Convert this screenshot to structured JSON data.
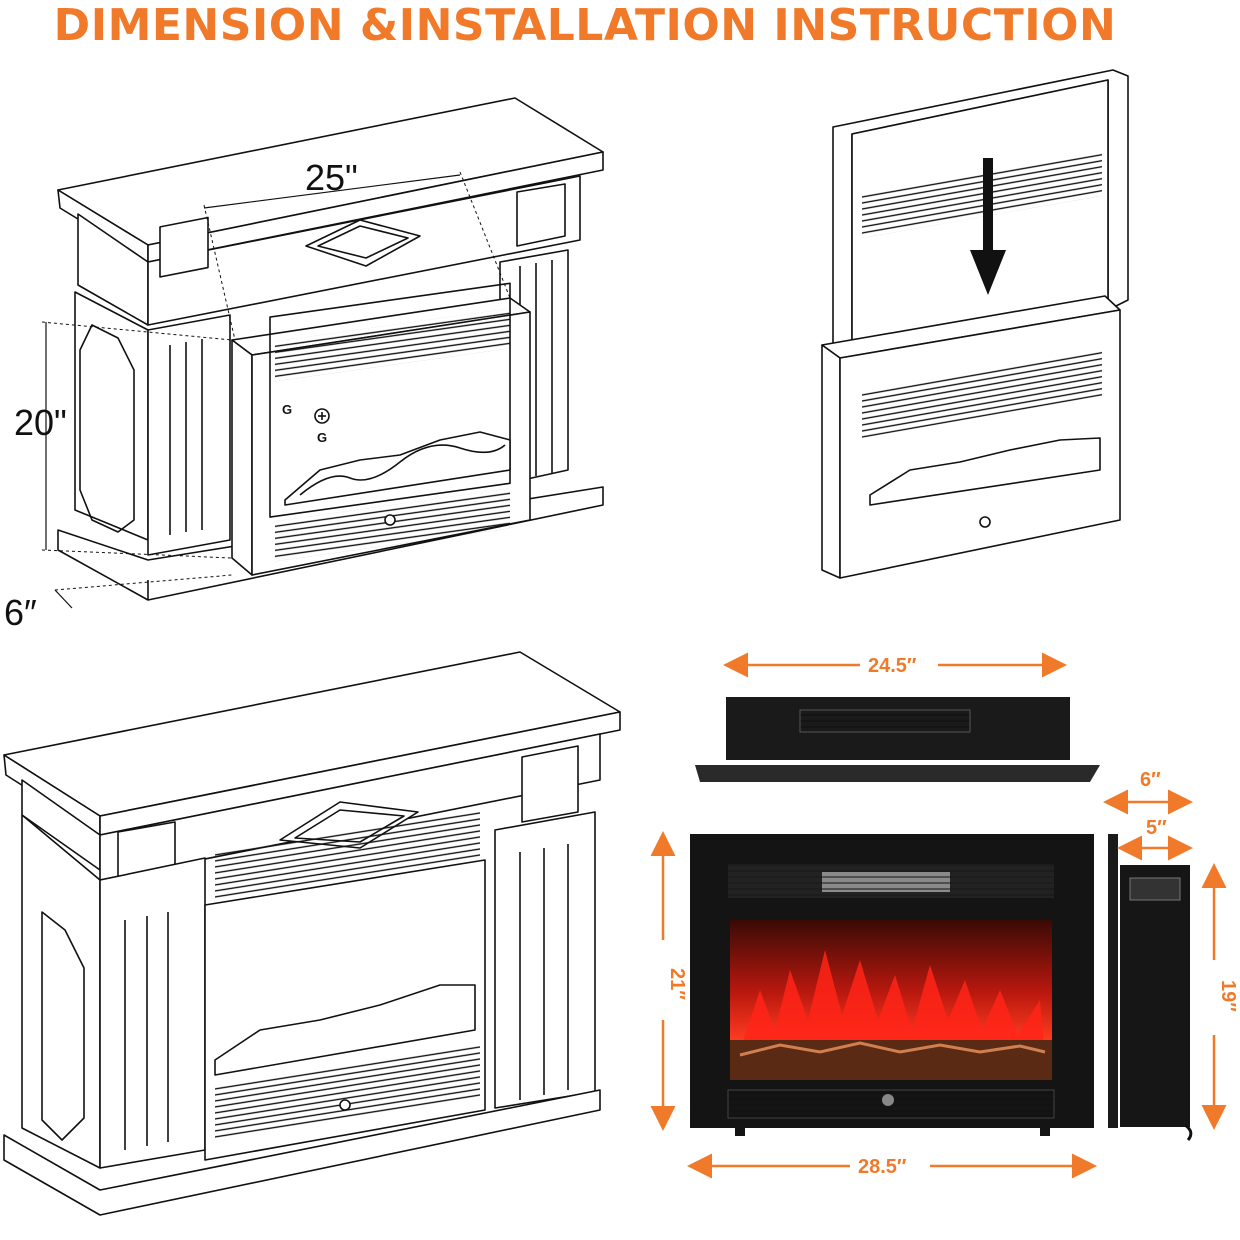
{
  "title": "DIMENSION &INSTALLATION INSTRUCTION",
  "panel_a": {
    "width_label": "25\"",
    "height_label": "20\"",
    "depth_label": "6″",
    "g_label_1": "G",
    "g_label_2": "G"
  },
  "panel_d": {
    "top_width": "24.5″",
    "side_depth_outer": "6″",
    "side_depth_inner": "5″",
    "front_height": "21″",
    "side_height": "19″",
    "front_width": "28.5″"
  },
  "colors": {
    "accent": "#f07a2a",
    "line": "#111111",
    "insert": "#141414",
    "flame": "#e8301c"
  }
}
